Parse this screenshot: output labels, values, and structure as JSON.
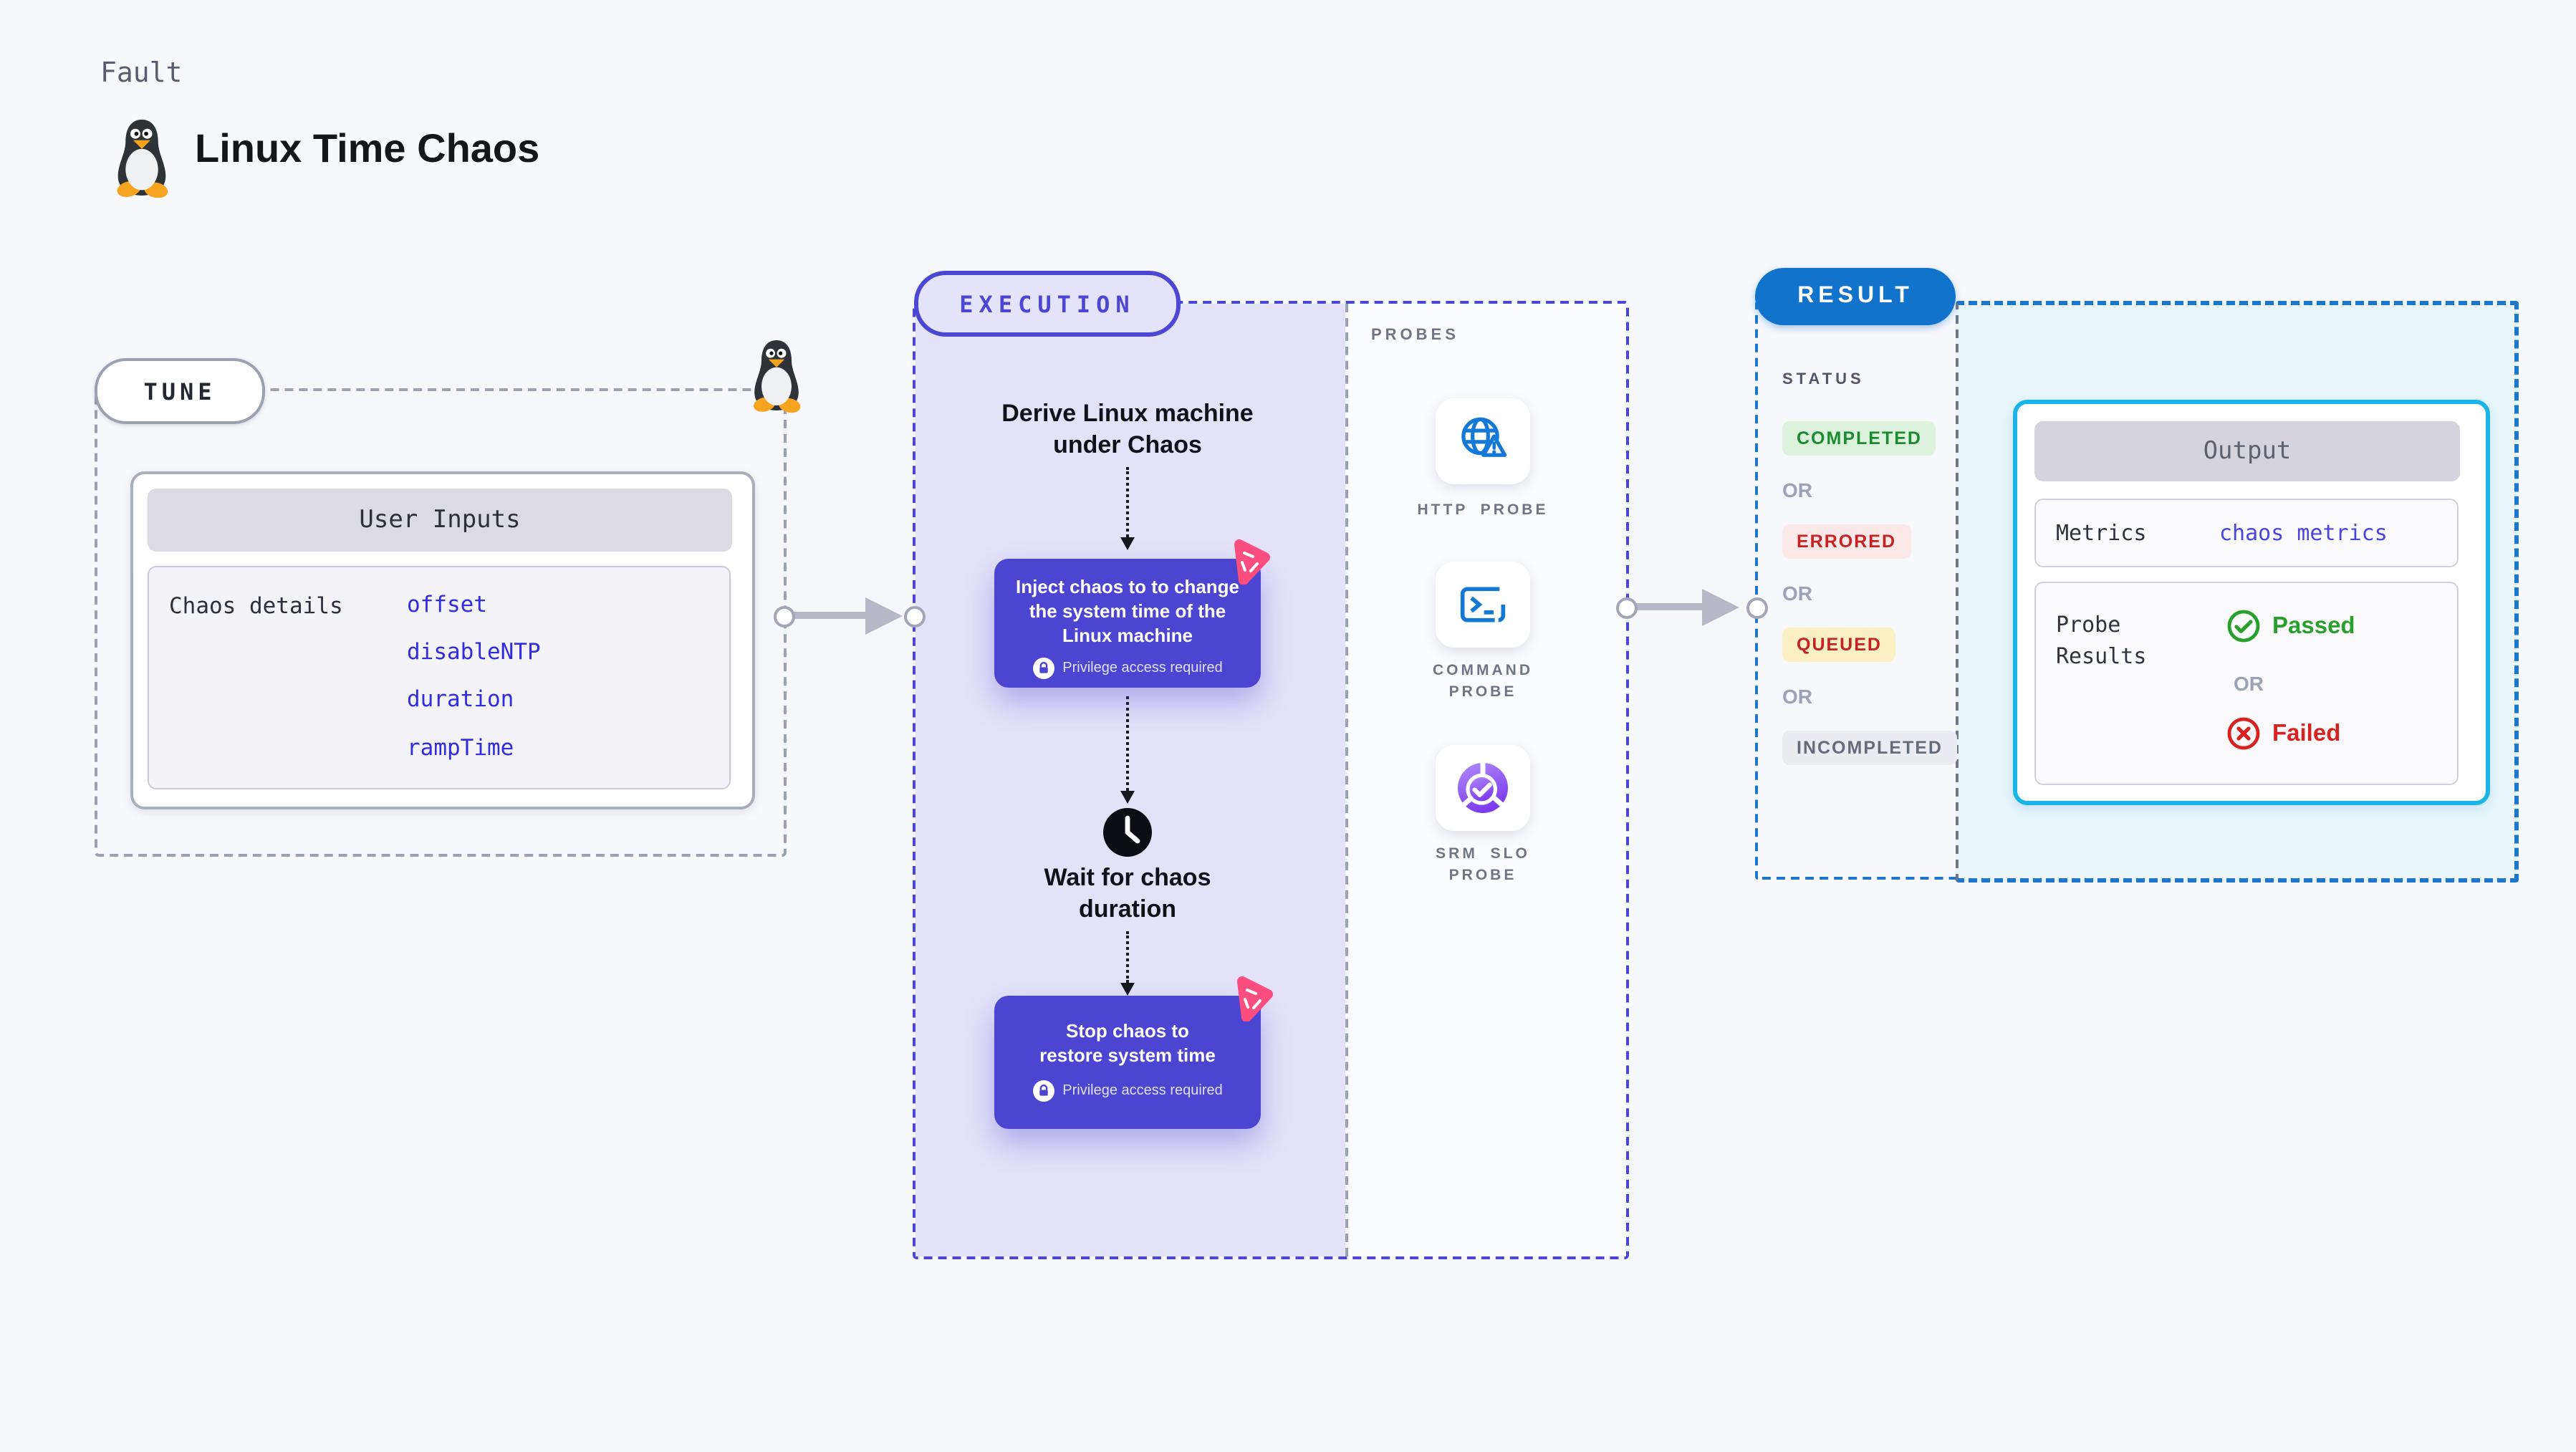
{
  "header": {
    "eyebrow": "Fault",
    "title": "Linux Time Chaos"
  },
  "tune": {
    "label": "TUNE",
    "card": {
      "title": "User Inputs",
      "row_label": "Chaos details",
      "inputs": [
        "offset",
        "disableNTP",
        "duration",
        "rampTime"
      ]
    }
  },
  "execution": {
    "label": "EXECUTION",
    "derive_lines": [
      "Derive Linux machine",
      "under Chaos"
    ],
    "inject": {
      "lines": [
        "Inject chaos to to change",
        "the system time of the",
        "Linux machine"
      ],
      "note": "Privilege access required"
    },
    "wait_lines": [
      "Wait for chaos",
      "duration"
    ],
    "stop": {
      "lines": [
        "Stop chaos to",
        "restore system time"
      ],
      "note": "Privilege access required"
    }
  },
  "probes": {
    "label": "PROBES",
    "items": [
      {
        "label": "HTTP PROBE",
        "icon": "globe-alert-icon"
      },
      {
        "label": "COMMAND PROBE",
        "icon": "terminal-icon"
      },
      {
        "label": "SRM SLO PROBE",
        "icon": "slo-pie-check-icon"
      }
    ]
  },
  "result": {
    "label": "RESULT",
    "status": {
      "heading": "STATUS",
      "or": "OR",
      "badges": [
        {
          "label": "COMPLETED",
          "fg": "#1a8c2f",
          "bg": "#dcf2dc"
        },
        {
          "label": "ERRORED",
          "fg": "#c52222",
          "bg": "#fbe9e9"
        },
        {
          "label": "QUEUED",
          "fg": "#c52222",
          "bg": "#faf0c4"
        },
        {
          "label": "INCOMPLETED",
          "fg": "#646b7c",
          "bg": "#ebecf2"
        }
      ]
    },
    "output": {
      "title": "Output",
      "metrics_label": "Metrics",
      "metrics_value": "chaos metrics",
      "probe_label": "Probe Results",
      "passed": "Passed",
      "or": "OR",
      "failed": "Failed"
    }
  },
  "colors": {
    "page_bg": "#f7f8fc",
    "accent_indigo": "#4b47d4",
    "execution_fill": "#e3e2f9",
    "step_box": "#4b45d1",
    "chaos_pink": "#fb4d7e",
    "result_blue": "#1173cb",
    "output_border": "#1ab5e8",
    "output_fill": "#e8f6fc",
    "link_blue": "#2f2ce2",
    "probe_icon_blue": "#1479d6",
    "passed_green": "#28a02c",
    "failed_red": "#d8221f"
  }
}
